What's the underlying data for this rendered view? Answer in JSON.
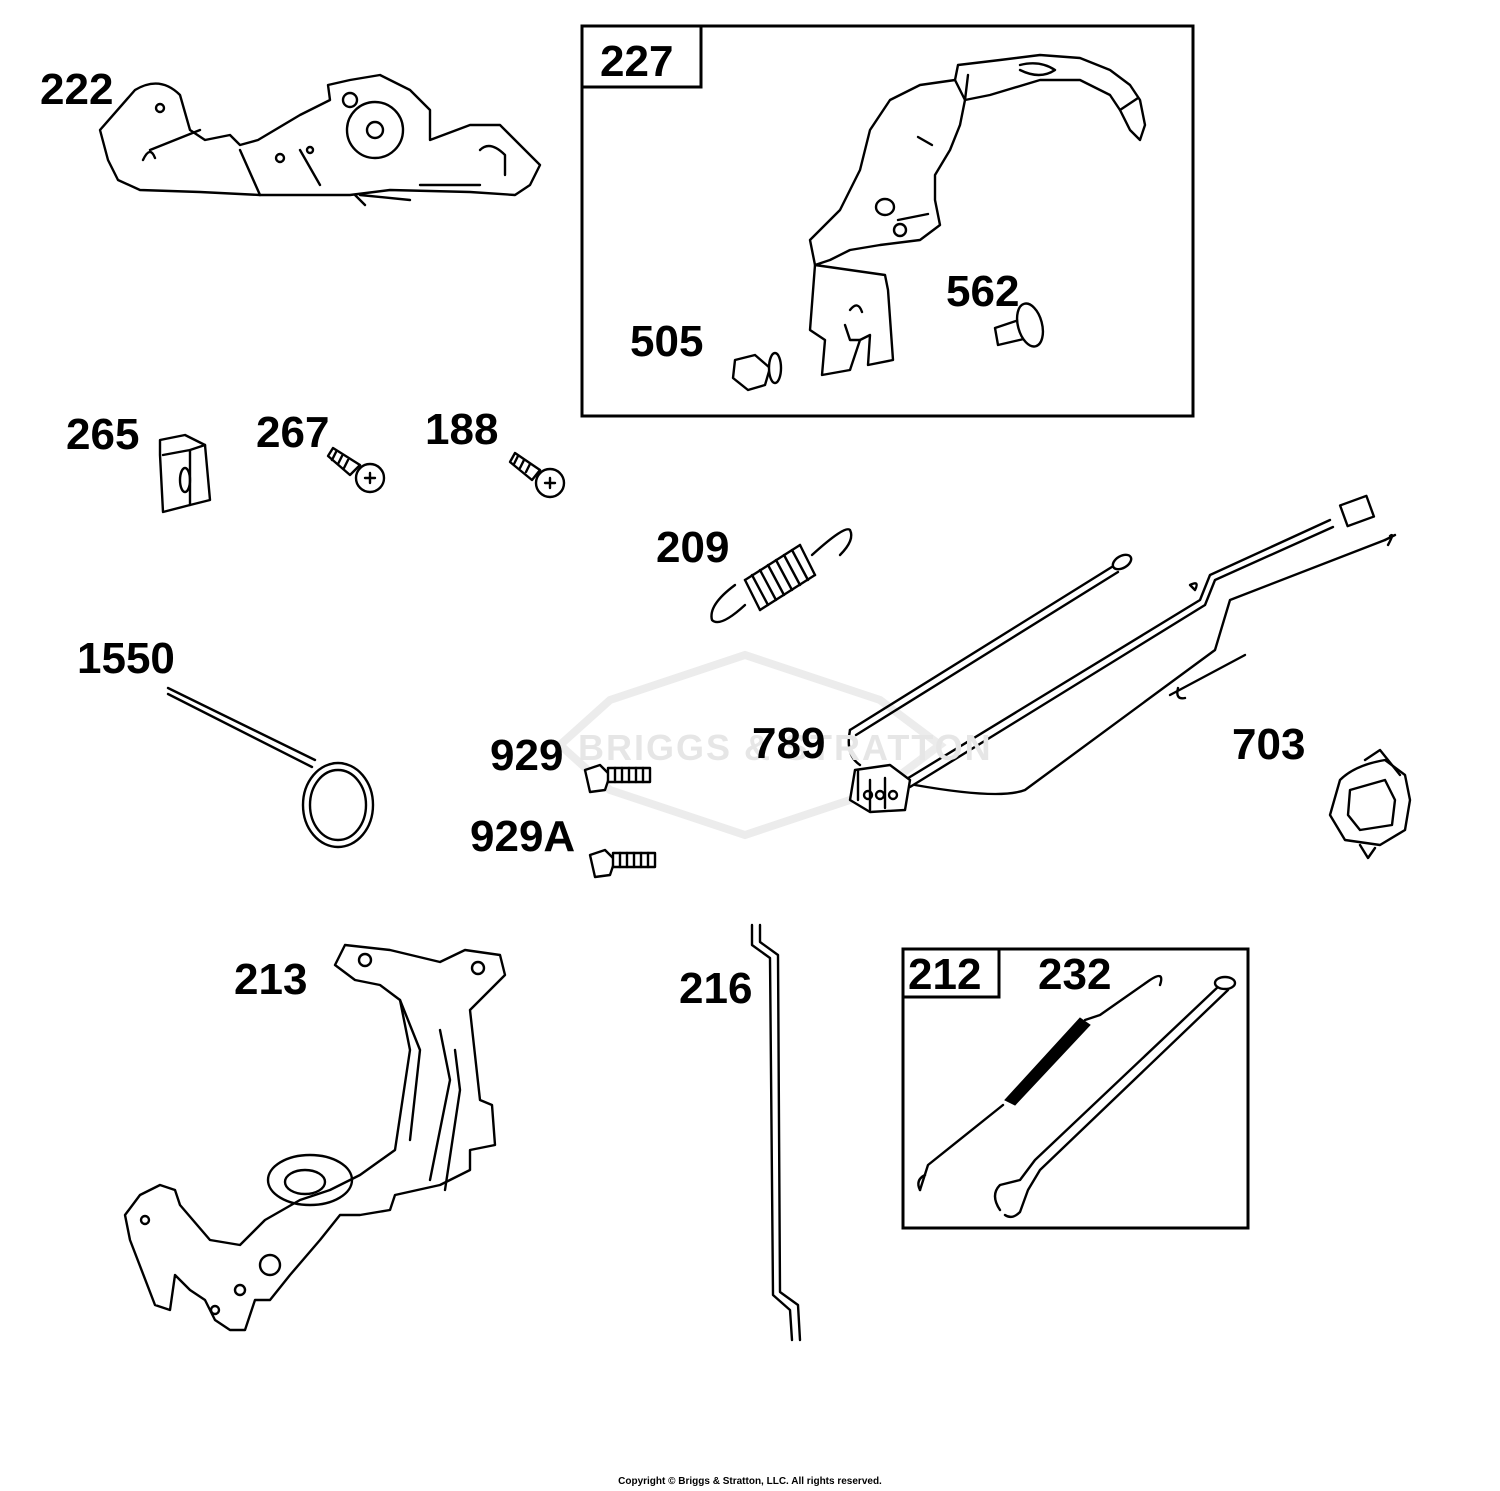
{
  "watermark": "BRIGGS & STRATTON",
  "copyright": "Copyright © Briggs & Stratton, LLC. All rights reserved.",
  "callouts": {
    "p222": "222",
    "p227": "227",
    "p562": "562",
    "p505": "505",
    "p265": "265",
    "p267": "267",
    "p188": "188",
    "p209": "209",
    "p1550": "1550",
    "p929": "929",
    "p789": "789",
    "p703": "703",
    "p929A": "929A",
    "p213": "213",
    "p216": "216",
    "p212": "212",
    "p232": "232"
  }
}
